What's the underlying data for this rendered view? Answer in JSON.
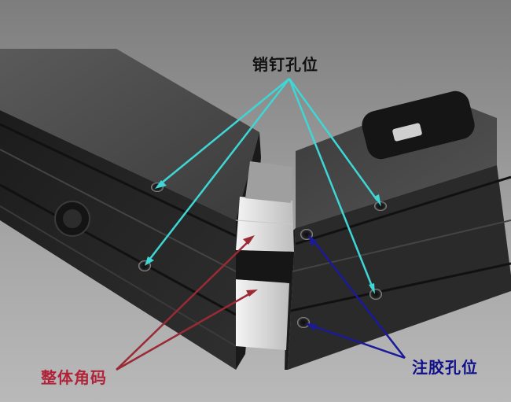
{
  "labels": {
    "pin_holes": {
      "text": "销钉孔位",
      "color": "#111111"
    },
    "corner_key": {
      "text": "整体角码",
      "color": "#b0243a"
    },
    "glue_holes": {
      "text": "注胶孔位",
      "color": "#10108a"
    }
  },
  "colors": {
    "background": "#8f8f8f",
    "pin_arrow": "#3fd6d6",
    "corner_arrow": "#9a2a34",
    "glue_arrow": "#1a1a9a",
    "profile_dark": "#2b2b2b",
    "profile_top": "#4a4a4a",
    "corner_key_fill": "#e2e2e2"
  }
}
